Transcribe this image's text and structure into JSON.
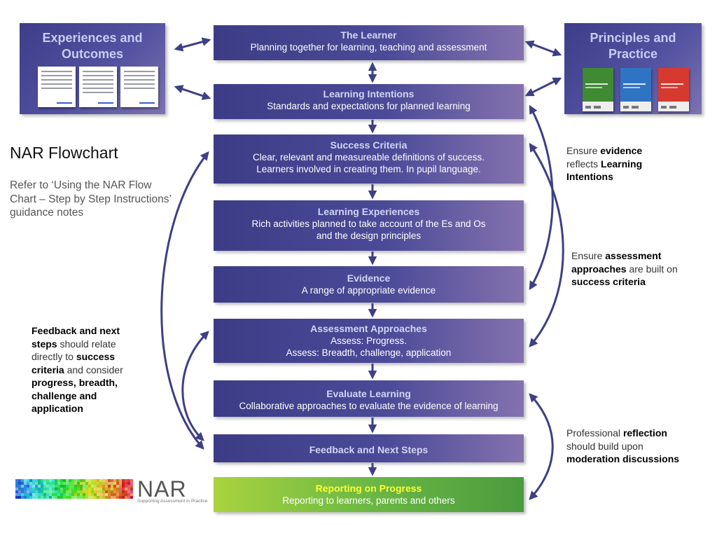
{
  "title": "NAR Flowchart",
  "subtitle": "Refer to ‘Using the NAR Flow Chart – Step by Step Instructions’ guidance notes",
  "left_panel": {
    "title": "Experiences and Outcomes"
  },
  "right_panel": {
    "title": "Principles and Practice"
  },
  "steps": [
    {
      "title": "The Learner",
      "lines": [
        "Planning together for learning, teaching and assessment"
      ]
    },
    {
      "title": "Learning Intentions",
      "lines": [
        "Standards and expectations for planned learning"
      ]
    },
    {
      "title": "Success Criteria",
      "lines": [
        "Clear, relevant and measureable definitions of success.",
        "Learners involved in creating them. In pupil language."
      ]
    },
    {
      "title": "Learning Experiences",
      "lines": [
        "Rich activities planned to take account of the Es and Os",
        "and the design principles"
      ]
    },
    {
      "title": "Evidence",
      "lines": [
        "A range of appropriate evidence"
      ]
    },
    {
      "title": "Assessment Approaches",
      "lines": [
        "Assess: Progress.",
        "Assess: Breadth, challenge, application"
      ]
    },
    {
      "title": "Evaluate Learning",
      "lines": [
        "Collaborative approaches to evaluate the evidence of learning"
      ]
    },
    {
      "title": "Feedback and Next Steps",
      "lines": []
    },
    {
      "title": "Reporting on Progress",
      "lines": [
        "Reporting to learners, parents and others"
      ]
    }
  ],
  "notes": {
    "evidence": {
      "p1": "Ensure ",
      "b1": "evidence",
      "p2": " reflects ",
      "b2": "Learning Intentions"
    },
    "assessment": {
      "p1": "Ensure ",
      "b1": "assessment approaches",
      "p2": " are built on ",
      "b2": "success criteria"
    },
    "feedback": {
      "b1": "Feedback and next steps",
      "p1": " should relate directly to ",
      "b2": "success criteria",
      "p2": " and consider ",
      "b3": "progress, breadth, challenge and application"
    },
    "reflection": {
      "p1": "Professional ",
      "b1": "reflection",
      "p2": " should build upon ",
      "b2": "moderation discussions"
    }
  },
  "logo": {
    "name": "NAR",
    "tagline": "Supporting Assessment in Practice"
  },
  "colors": {
    "box_dark": "#3c3c86",
    "box_light": "#8472ae",
    "arrow": "#3e3f86",
    "green": "#6cb844",
    "title_yellow": "#ffff33"
  }
}
